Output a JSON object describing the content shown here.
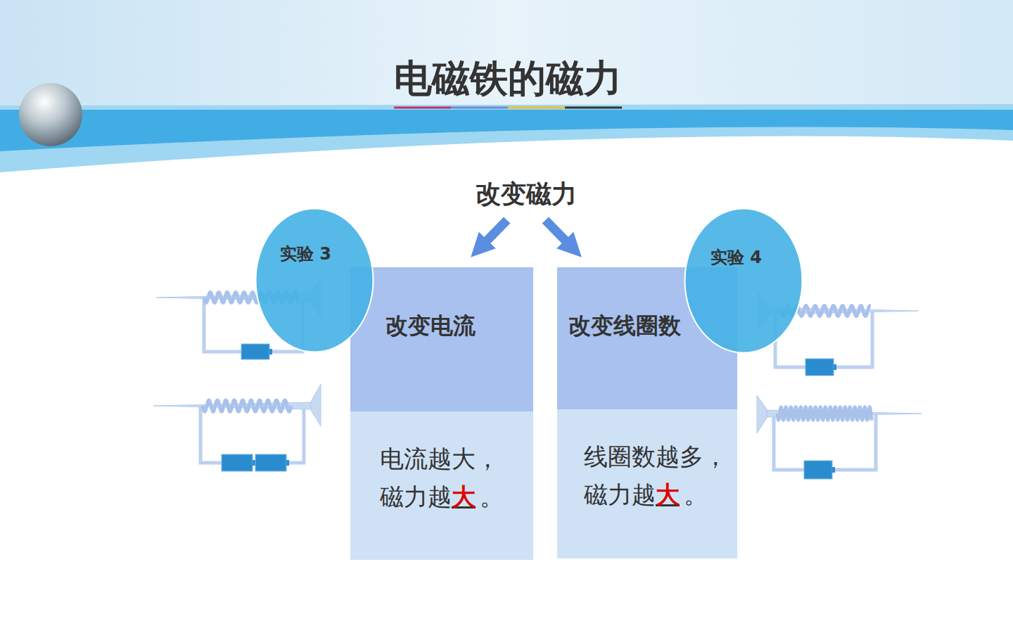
{
  "diagram": {
    "title": "电磁铁的磁力",
    "nodes": [
      {
        "text": [
          "改变磁力"
        ]
      },
      {
        "text": [
          "实验 3"
        ]
      },
      {
        "text": [
          "改变电流",
          "电流越大，",
          "磁力越",
          "大",
          "。"
        ]
      },
      {
        "text": [
          "改变线圈数",
          "线圈数越多，",
          "磁力越",
          "大",
          "。"
        ]
      },
      {
        "text": [
          "实验 4"
        ]
      }
    ],
    "edges": [
      {
        "from": 0,
        "to": 2,
        "arrow": "to"
      },
      {
        "from": 0,
        "to": 3,
        "arrow": "to"
      }
    ]
  }
}
